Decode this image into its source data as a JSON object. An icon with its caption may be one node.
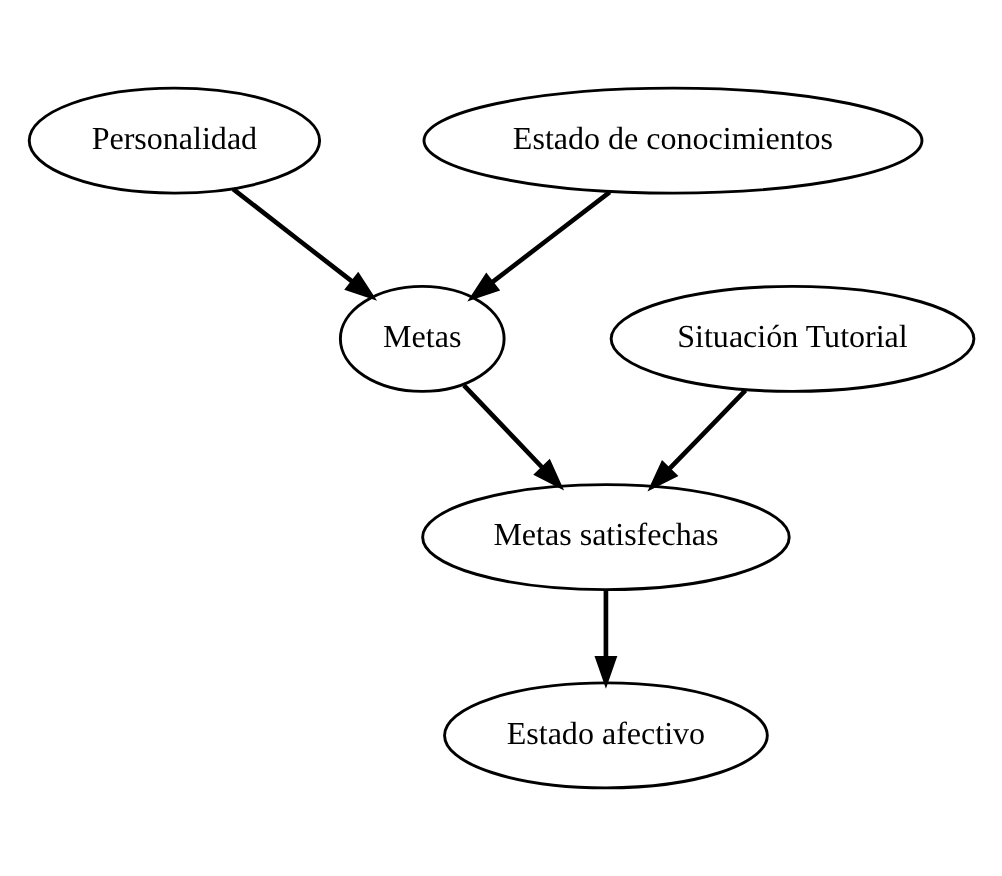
{
  "diagram": {
    "nodes": [
      {
        "text": [
          "Personalidad"
        ]
      },
      {
        "text": [
          "Estado de conocimientos"
        ]
      },
      {
        "text": [
          "Metas"
        ]
      },
      {
        "text": [
          "Situación Tutorial"
        ]
      },
      {
        "text": [
          "Metas satisfechas"
        ]
      },
      {
        "text": [
          "Estado afectivo"
        ]
      }
    ],
    "edges": [
      {
        "from": 0,
        "to": 2,
        "arrow": "to"
      },
      {
        "from": 1,
        "to": 2,
        "arrow": "to"
      },
      {
        "from": 2,
        "to": 4,
        "arrow": "to"
      },
      {
        "from": 3,
        "to": 4,
        "arrow": "to"
      },
      {
        "from": 4,
        "to": 5,
        "arrow": "to"
      }
    ]
  }
}
